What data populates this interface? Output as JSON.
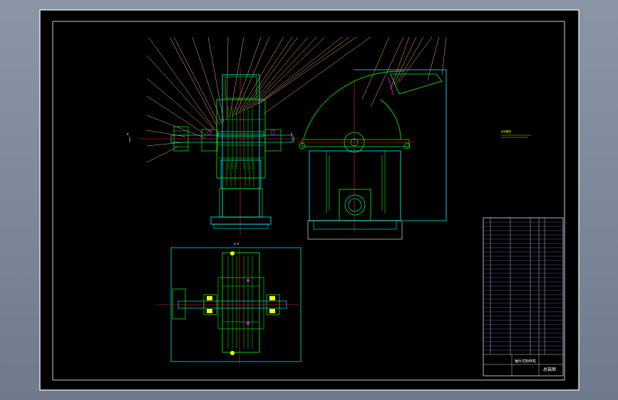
{
  "drawing": {
    "type": "hammer crusher assembly drawing",
    "section_marker": "A",
    "section_view_label": "A—A",
    "note_text": "技术要求",
    "colors": {
      "background": "#000000",
      "outline": "#00ffff",
      "part": "#00ff00",
      "center_line": "#ff2020",
      "leader": "#ffb080",
      "bearing": "#ffff00",
      "accent": "#ff00ff",
      "frame": "#ffffff"
    }
  },
  "title_block": {
    "drawing_name": "锤片式粉碎机",
    "drawing_no": "总装图"
  }
}
